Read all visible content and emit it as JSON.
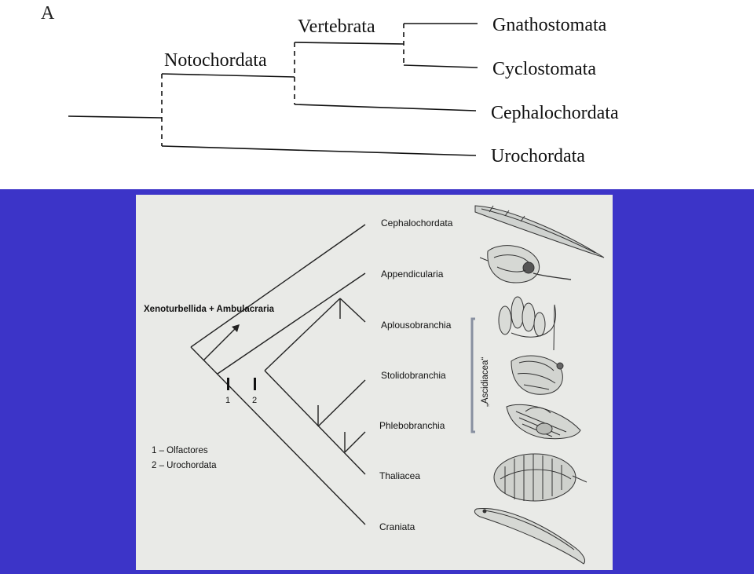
{
  "top_tree": {
    "panel_letter": "A",
    "clade_labels": {
      "notochordata": "Notochordata",
      "vertebrata": "Vertebrata"
    },
    "taxa": [
      "Gnathostomata",
      "Cyclostomata",
      "Cephalochordata",
      "Urochordata"
    ]
  },
  "bottom_tree": {
    "outgroup_label": "Xenoturbellida + Ambulacraria",
    "taxa": [
      "Cephalochordata",
      "Appendicularia",
      "Aplousobranchia",
      "Stolidobranchia",
      "Phlebobranchia",
      "Thaliacea",
      "Craniata"
    ],
    "bracket_label": "„Ascidiacea“",
    "markers": [
      "1",
      "2"
    ],
    "legend": [
      "1 – Olfactores",
      "2 – Urochordata"
    ]
  }
}
